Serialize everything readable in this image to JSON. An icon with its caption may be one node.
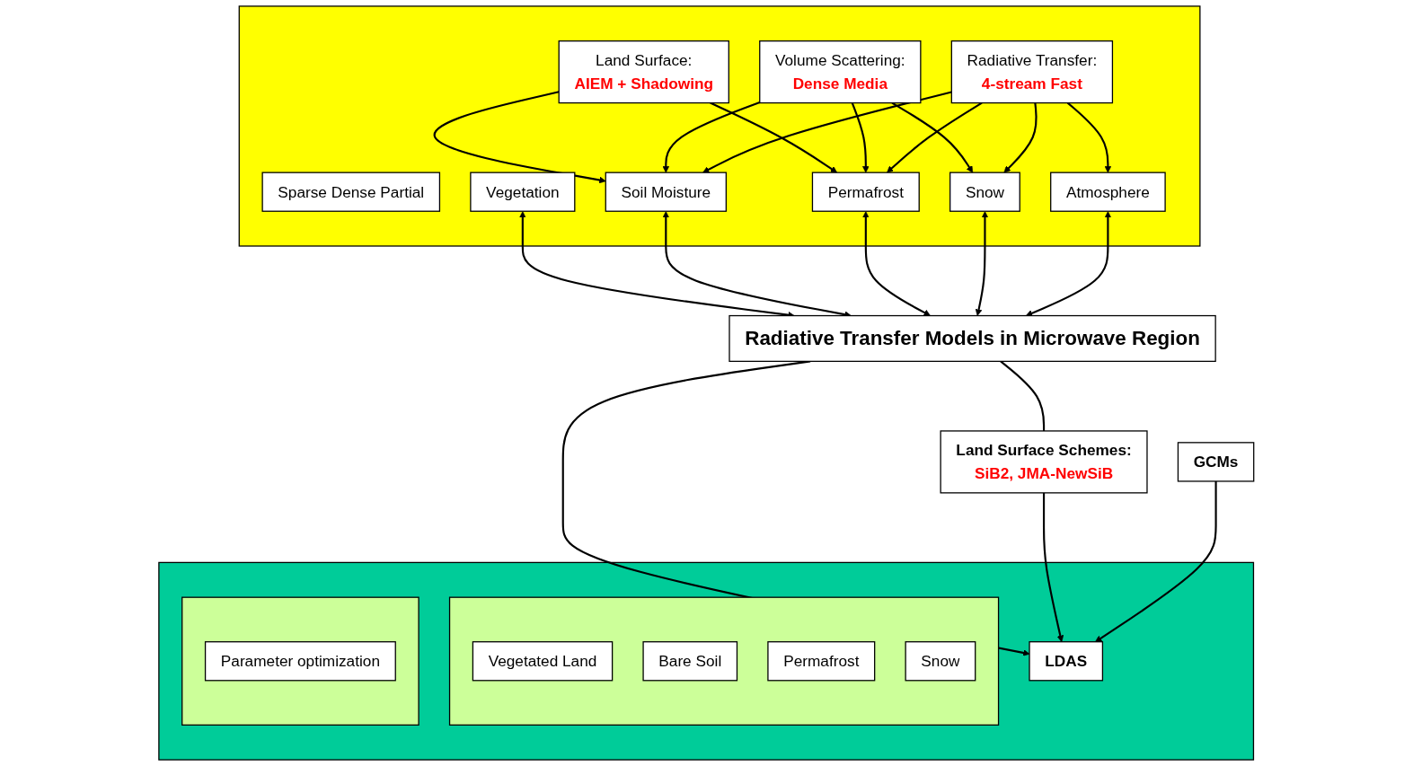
{
  "diagram": {
    "nodes": [
      {
        "text": [],
        "shape": "box"
      },
      {
        "text": [
          "Land Surface:",
          "AIEM + Shadowing"
        ],
        "in": 0
      },
      {
        "text": [
          "Volume Scattering:",
          "Dense Media"
        ],
        "in": 0
      },
      {
        "text": [
          "Radiative Transfer:",
          "4-stream Fast"
        ],
        "in": 0
      },
      {
        "text": [
          "Sparse Dense Partial"
        ],
        "in": 0
      },
      {
        "text": [
          "Vegetation"
        ],
        "in": 0
      },
      {
        "text": [
          "Soil Moisture"
        ],
        "in": 0
      },
      {
        "text": [
          "Permafrost"
        ],
        "in": 0
      },
      {
        "text": [
          "Snow"
        ],
        "in": 0
      },
      {
        "text": [
          "Atmosphere"
        ],
        "in": 0
      },
      {
        "text": [
          "Radiative Transfer Models in Microwave Region"
        ]
      },
      {
        "text": [],
        "shape": "box"
      },
      {
        "text": [],
        "shape": "box",
        "in": 11
      },
      {
        "text": [
          "Vegetated Land"
        ],
        "in": 12
      },
      {
        "text": [
          "Bare Soil"
        ],
        "in": 12
      },
      {
        "text": [
          "Permafrost"
        ],
        "in": 12
      },
      {
        "text": [
          "Snow"
        ],
        "in": 12
      },
      {
        "text": [
          "LDAS"
        ],
        "in": 11
      },
      {
        "text": [],
        "shape": "box",
        "in": 11
      },
      {
        "text": [
          "Parameter optimization"
        ],
        "in": 18
      },
      {
        "text": [
          "GCMs"
        ]
      },
      {
        "text": [
          "Land Surface Schemes:",
          "SiB2, JMA-NewSiB"
        ]
      }
    ],
    "edges": [
      {
        "from": 1,
        "to": 6,
        "arrow": "to"
      },
      {
        "from": 1,
        "to": 7,
        "arrow": "to"
      },
      {
        "from": 2,
        "to": 6,
        "arrow": "to"
      },
      {
        "from": 2,
        "to": 7,
        "arrow": "to"
      },
      {
        "from": 2,
        "to": 8,
        "arrow": "to"
      },
      {
        "from": 3,
        "to": 6,
        "arrow": "to"
      },
      {
        "from": 3,
        "to": 7,
        "arrow": "to"
      },
      {
        "from": 3,
        "to": 8,
        "arrow": "to"
      },
      {
        "from": 3,
        "to": 9,
        "arrow": "to"
      },
      {
        "from": 5,
        "to": 10,
        "arrow": "both"
      },
      {
        "from": 6,
        "to": 10,
        "arrow": "both"
      },
      {
        "from": 7,
        "to": 10,
        "arrow": "both"
      },
      {
        "from": 8,
        "to": 10,
        "arrow": "both"
      },
      {
        "from": 9,
        "to": 10,
        "arrow": "both"
      },
      {
        "from": 10,
        "to": 21,
        "arrow": "none"
      },
      {
        "from": 10,
        "to": 17,
        "arrow": "to"
      },
      {
        "from": 21,
        "to": 17,
        "arrow": "to"
      },
      {
        "from": 20,
        "to": 17,
        "arrow": "to"
      }
    ]
  }
}
